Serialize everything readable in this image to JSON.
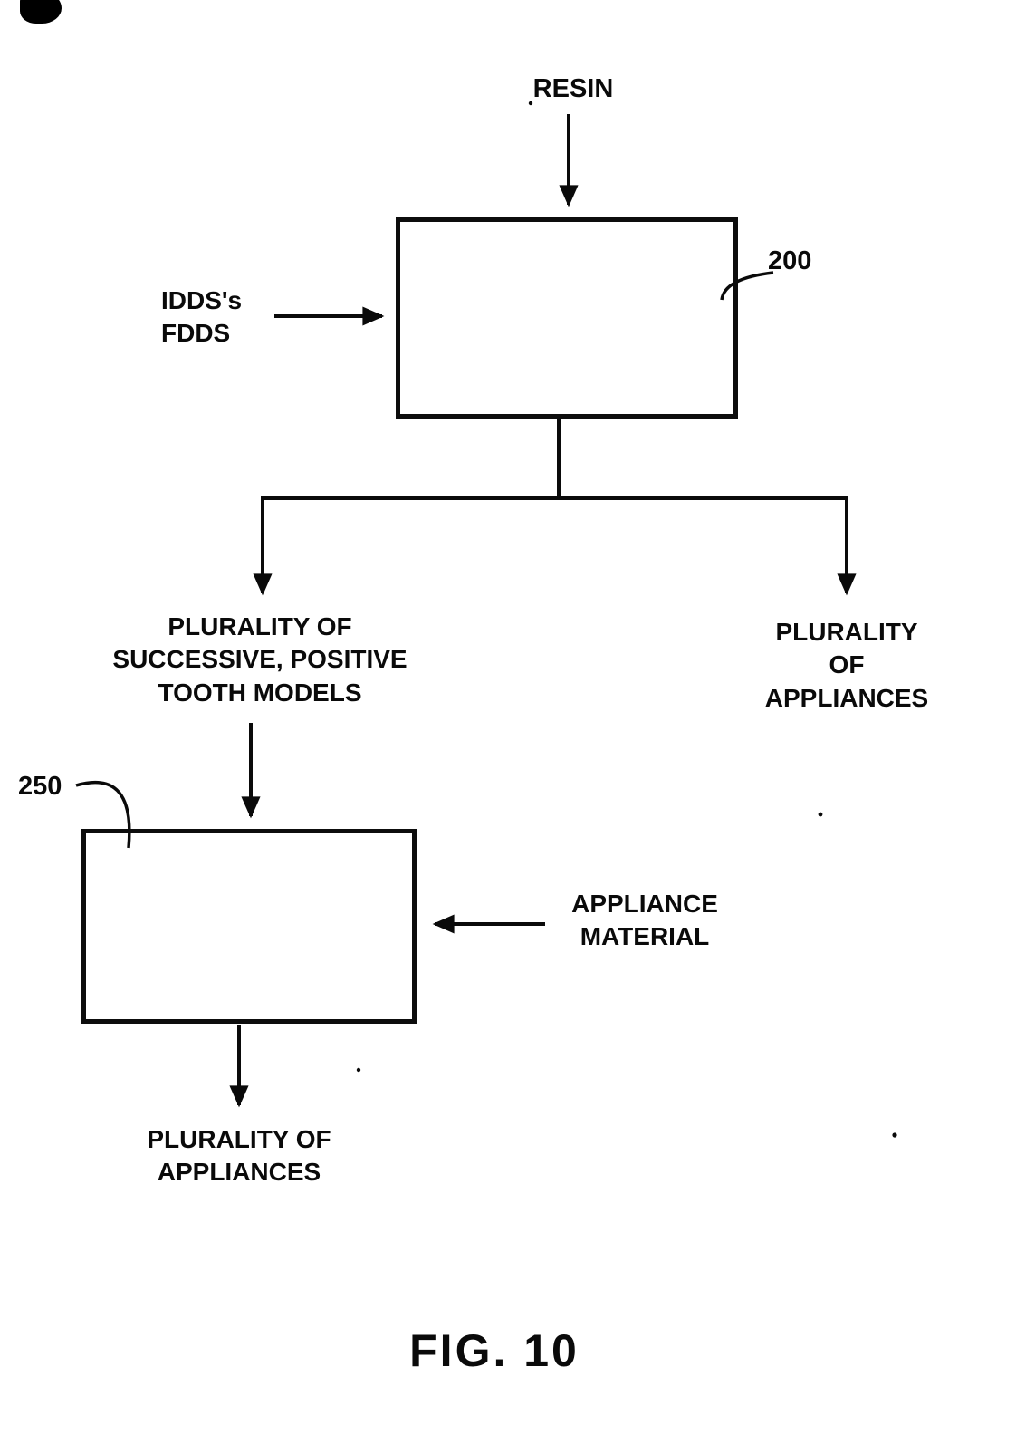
{
  "figure": {
    "caption": "FIG. 10"
  },
  "nodes": {
    "resin_input": "RESIN",
    "idds_input": "IDDS's\nFDDS",
    "box200_ref": "200",
    "box250_ref": "250",
    "tooth_models_output": "PLURALITY OF\nSUCCESSIVE, POSITIVE\nTOOTH MODELS",
    "appliances_output_right": "PLURALITY OF\nAPPLIANCES",
    "appliance_material_input": "APPLIANCE\nMATERIAL",
    "appliances_output_bottom": "PLURALITY OF\nAPPLIANCES"
  },
  "colors": {
    "ink": "#0a0a0a",
    "paper": "#ffffff"
  }
}
